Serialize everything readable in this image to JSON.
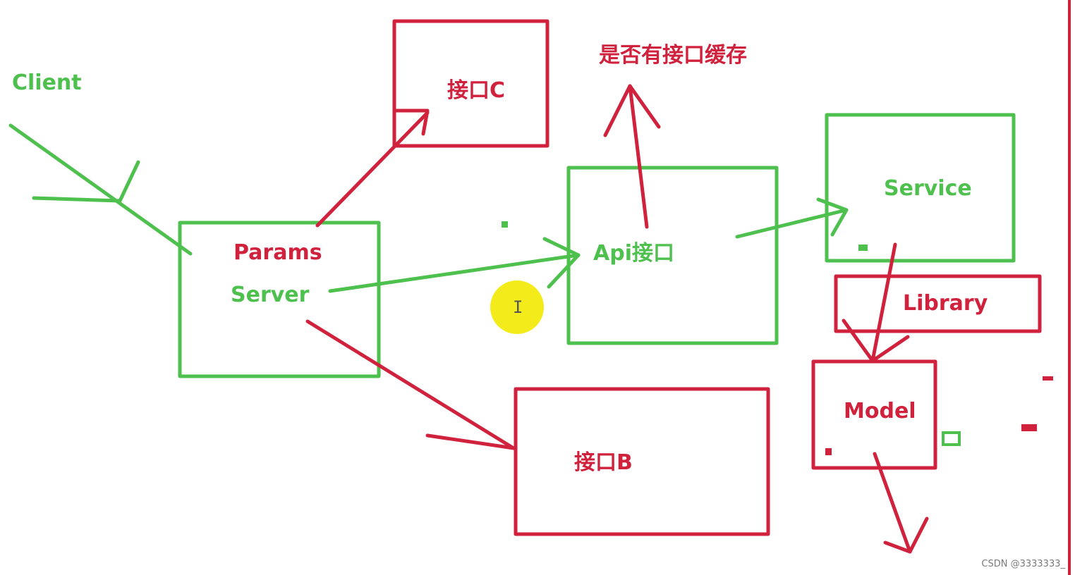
{
  "colors": {
    "green": "#4ec04e",
    "red": "#d0213d",
    "cursor": "#f4ec1a",
    "watermark": "#7a7a7a"
  },
  "labels": {
    "client": "Client",
    "params": "Params",
    "server": "Server",
    "interface_c": "接口C",
    "cache_question": "是否有接口缓存",
    "api": "Api接口",
    "service": "Service",
    "library": "Library",
    "model": "Model",
    "interface_b": "接口B"
  },
  "watermark": "CSDN @3333333_"
}
